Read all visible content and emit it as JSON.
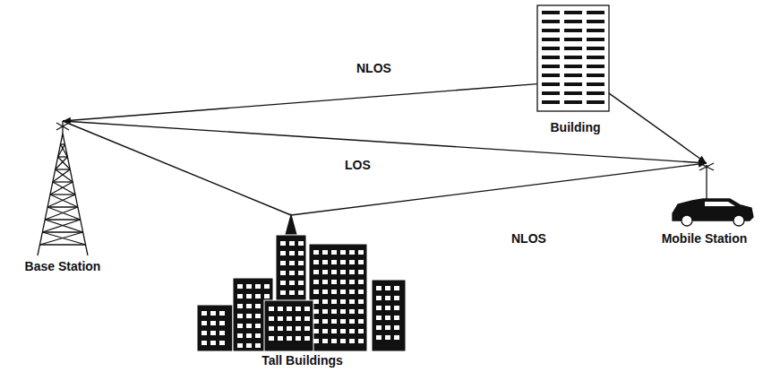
{
  "diagram": {
    "nodes": [
      {
        "text": [
          "Base Station"
        ]
      },
      {
        "text": [
          "Building"
        ]
      },
      {
        "text": [
          "Mobile Station"
        ]
      },
      {
        "text": [
          "Tall Buildings"
        ]
      }
    ],
    "edges": [
      {
        "from": 1,
        "to": 0,
        "arrow": "to",
        "label": "NLOS"
      },
      {
        "from": 1,
        "to": 2,
        "arrow": "to"
      },
      {
        "from": 0,
        "to": 2,
        "arrow": "to",
        "label": "LOS"
      },
      {
        "from": 0,
        "to": 3,
        "arrow": "none"
      },
      {
        "from": 3,
        "to": 2,
        "arrow": "to",
        "label": "NLOS"
      }
    ]
  }
}
